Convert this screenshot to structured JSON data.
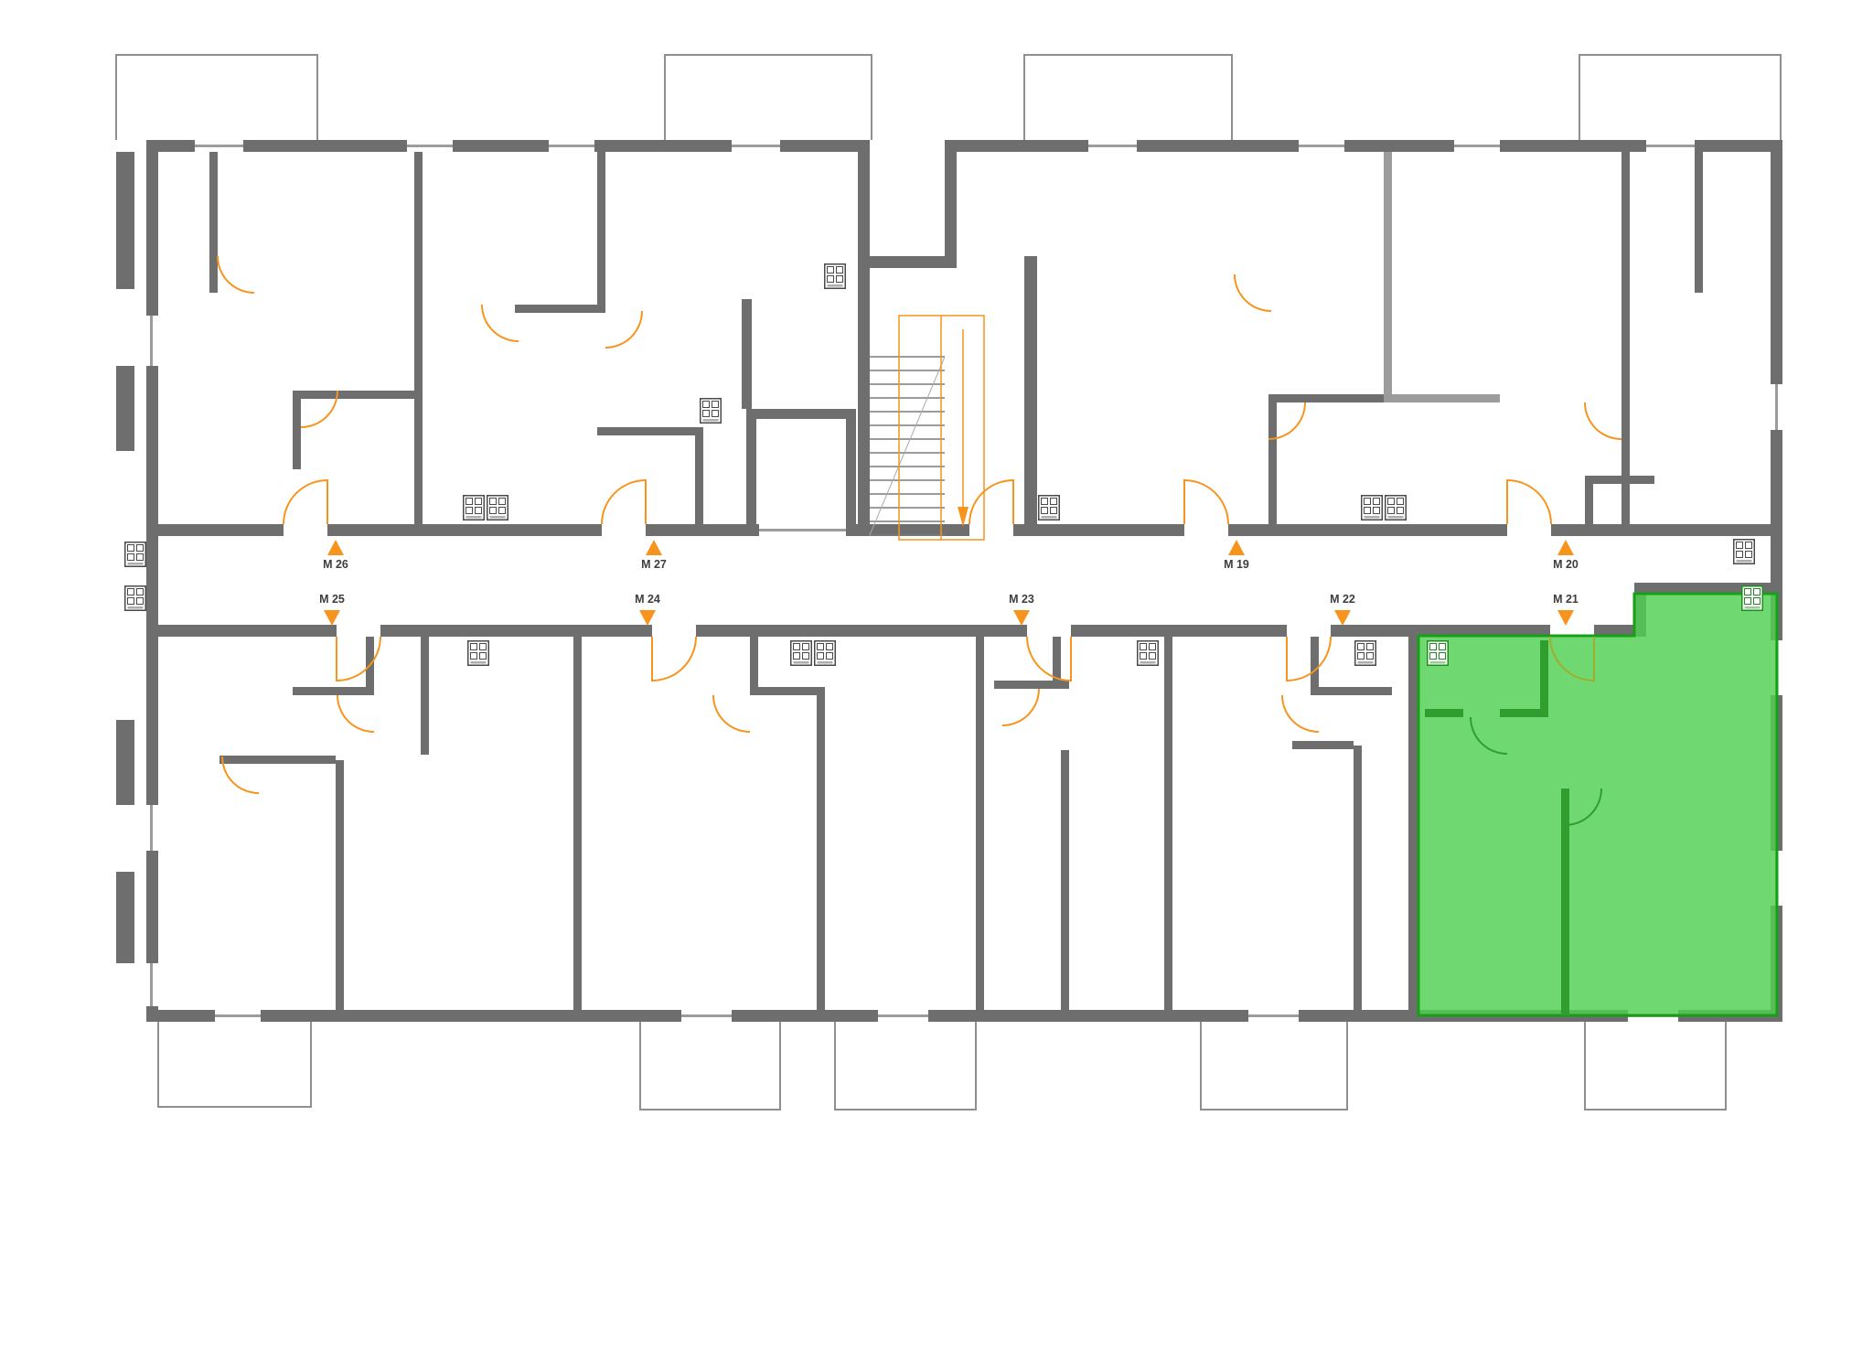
{
  "plan": {
    "units": [
      {
        "id": "m26",
        "label": "M 26",
        "row": "top",
        "entrance_arrow": "up"
      },
      {
        "id": "m27",
        "label": "M 27",
        "row": "top",
        "entrance_arrow": "up"
      },
      {
        "id": "m19",
        "label": "M 19",
        "row": "top",
        "entrance_arrow": "up"
      },
      {
        "id": "m20",
        "label": "M 20",
        "row": "top",
        "entrance_arrow": "up"
      },
      {
        "id": "m25",
        "label": "M 25",
        "row": "bottom",
        "entrance_arrow": "down"
      },
      {
        "id": "m24",
        "label": "M 24",
        "row": "bottom",
        "entrance_arrow": "down"
      },
      {
        "id": "m23",
        "label": "M 23",
        "row": "bottom",
        "entrance_arrow": "down"
      },
      {
        "id": "m22",
        "label": "M 22",
        "row": "bottom",
        "entrance_arrow": "down"
      },
      {
        "id": "m21",
        "label": "M 21",
        "row": "bottom",
        "entrance_arrow": "down",
        "highlighted": true
      }
    ],
    "selected_unit": {
      "label": "M 21"
    },
    "colors": {
      "wall": "#6e6e6e",
      "wall_light": "#9c9c9c",
      "door_accent": "#f7941d",
      "highlight_fill": "#50d050",
      "highlight_border": "#17a017"
    }
  }
}
